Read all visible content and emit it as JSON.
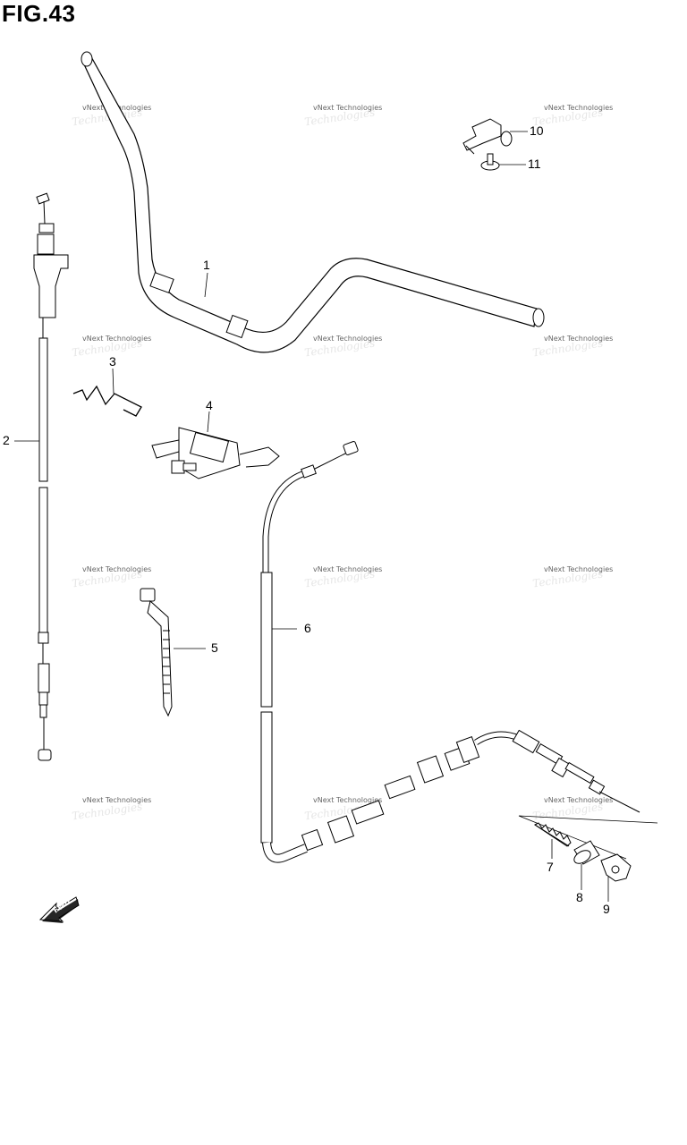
{
  "figure": {
    "title": "FIG.43"
  },
  "watermark": {
    "text": "vNext Technologies",
    "ghost_text": "Technologies"
  },
  "callouts": [
    {
      "id": "1",
      "label": "1"
    },
    {
      "id": "2",
      "label": "2"
    },
    {
      "id": "3",
      "label": "3"
    },
    {
      "id": "4",
      "label": "4"
    },
    {
      "id": "5",
      "label": "5"
    },
    {
      "id": "6",
      "label": "6"
    },
    {
      "id": "7",
      "label": "7"
    },
    {
      "id": "8",
      "label": "8"
    },
    {
      "id": "9",
      "label": "9"
    },
    {
      "id": "10",
      "label": "10"
    },
    {
      "id": "11",
      "label": "11"
    }
  ],
  "fwd_arrow": {
    "label": "FWD"
  },
  "colors": {
    "ink": "#000000",
    "watermark": "#666666",
    "background": "#ffffff"
  }
}
